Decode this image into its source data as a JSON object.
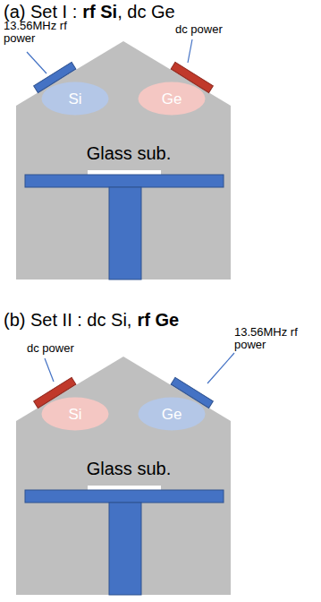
{
  "diagram": {
    "nodes": [
      {
        "text": [
          "Si"
        ]
      },
      {
        "text": [
          "Ge"
        ]
      },
      {
        "text": [
          "Si"
        ]
      },
      {
        "text": [
          "Ge"
        ]
      }
    ],
    "labels": [
      "(a) Set I :",
      "rf Si",
      ", dc Ge",
      "13.56MHz rf power",
      "dc power",
      "Glass sub.",
      "(b) Set II : dc Si,",
      "rf Ge",
      "dc power",
      "13.56MHz rf power",
      "Glass sub."
    ]
  }
}
